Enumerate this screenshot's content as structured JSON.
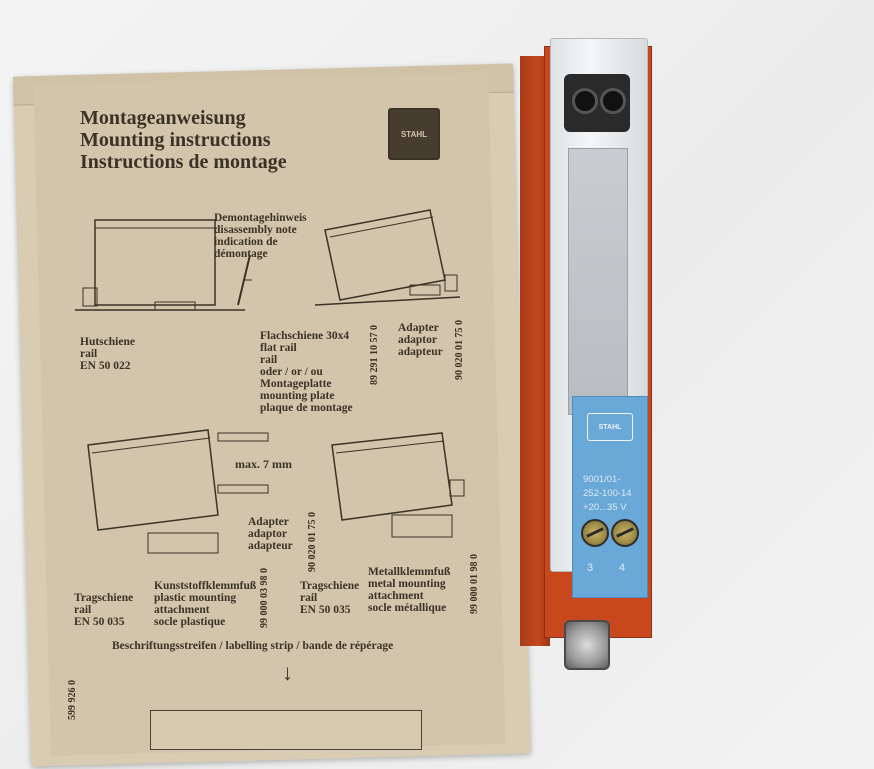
{
  "card": {
    "title_de": "Montageanweisung",
    "title_en": "Mounting instructions",
    "title_fr": "Instructions de montage",
    "logo": "STAHL",
    "demontage_1": "Demontagehinweis",
    "demontage_2": "disassembly note",
    "demontage_3": "indication de",
    "demontage_4": "démontage",
    "hutschiene": "Hutschiene",
    "hutschiene_rail": "rail",
    "hutschiene_en": "EN 50 022",
    "flach_1": "Flachschiene 30x4",
    "flach_2": "flat rail",
    "flach_3": "rail",
    "flach_4": "oder / or / ou",
    "flach_5": "Montageplatte",
    "flach_6": "mounting plate",
    "flach_7": "plaque de montage",
    "flach_code": "89 291 10 57 0",
    "adapter_top_1": "Adapter",
    "adapter_top_2": "adaptor",
    "adapter_top_3": "adapteur",
    "adapter_top_code": "90 020 01 75 0",
    "max_7mm": "max. 7 mm",
    "adapter_mid_1": "Adapter",
    "adapter_mid_2": "adaptor",
    "adapter_mid_3": "adapteur",
    "adapter_mid_code": "90 020 01 75 0",
    "trag_left_1": "Tragschiene",
    "trag_left_2": "rail",
    "trag_left_3": "EN 50 035",
    "kunst_1": "Kunststoffklemmfuß",
    "kunst_2": "plastic mounting",
    "kunst_3": "attachment",
    "kunst_4": "socle plastique",
    "kunst_code": "99 000 03 98 0",
    "trag_right_1": "Tragschiene",
    "trag_right_2": "rail",
    "trag_right_3": "EN 50 035",
    "metall_1": "Metallklemmfuß",
    "metall_2": "metal mounting",
    "metall_3": "attachment",
    "metall_4": "socle métallique",
    "metall_code": "99 000 01 98 0",
    "strip": "Beschriftungsstreifen / labelling strip / bande de répérage",
    "doc_code": "599 926 0"
  },
  "device": {
    "logo": "STAHL",
    "model_1": "9001/01-",
    "model_2": "252-100-14",
    "model_3": "+20...35 V",
    "terminal_left": "3",
    "terminal_right": "4"
  },
  "colors": {
    "card": "#d2c5ab",
    "ink": "#3b3326",
    "device_housing": "#c9471d",
    "label_blue": "#6aa8d8"
  }
}
